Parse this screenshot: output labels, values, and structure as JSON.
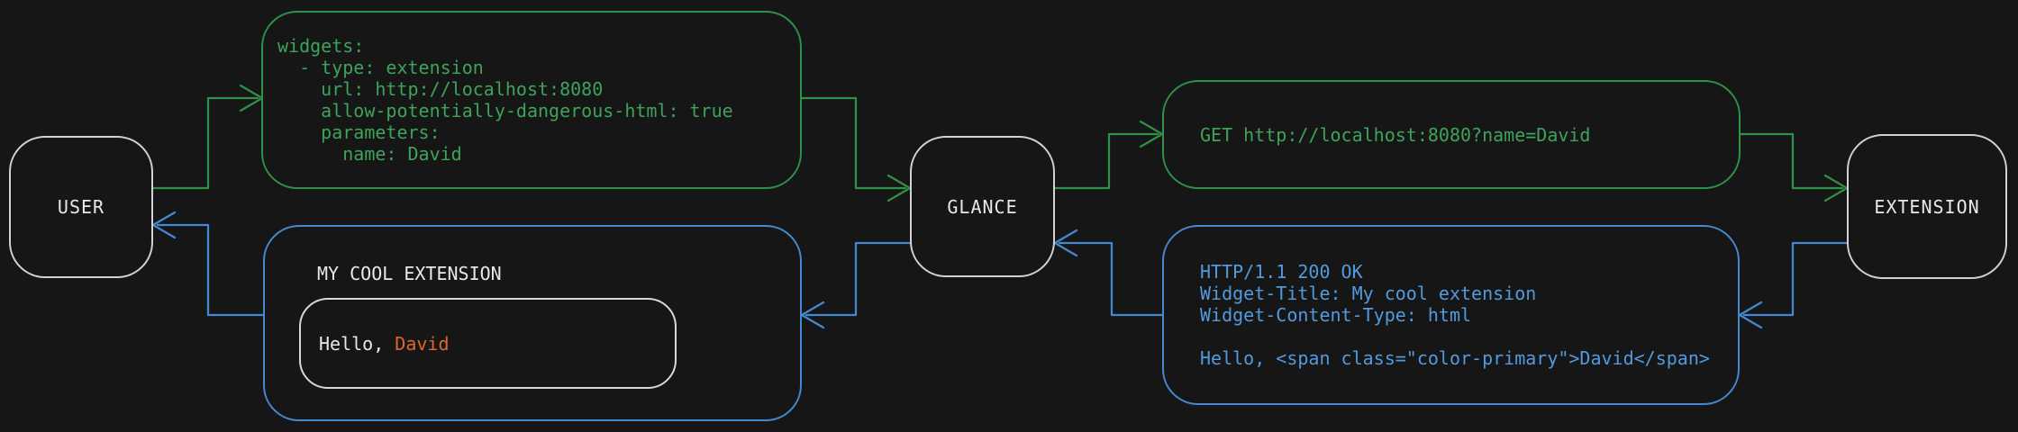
{
  "canvas": {
    "background": "#161616"
  },
  "palette": {
    "request_green": "#3da35b",
    "response_blue": "#529ade",
    "node_border_gray": "#d2d2d2",
    "light_text": "#e8e8e8",
    "accent_orange": "#e0662c"
  },
  "nodes": {
    "user": {
      "label": "USER"
    },
    "glance": {
      "label": "GLANCE"
    },
    "extension": {
      "label": "EXTENSION"
    }
  },
  "config_box": {
    "lines": [
      "widgets:",
      "  - type: extension",
      "    url: http://localhost:8080",
      "    allow-potentially-dangerous-html: true",
      "    parameters:",
      "      name: David"
    ]
  },
  "request_box": {
    "text": "GET http://localhost:8080?name=David"
  },
  "response_box": {
    "lines": [
      "HTTP/1.1 200 OK",
      "Widget-Title: My cool extension",
      "Widget-Content-Type: html",
      "",
      "Hello, <span class=\"color-primary\">David</span>"
    ]
  },
  "widget_box": {
    "title": "MY COOL EXTENSION",
    "greeting_prefix": "Hello, ",
    "greeting_name": "David"
  }
}
